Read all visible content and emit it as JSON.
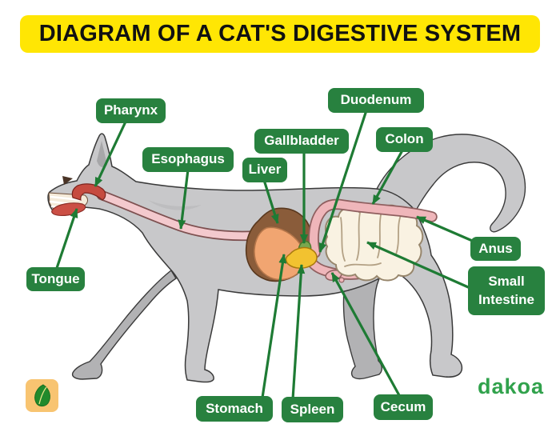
{
  "title": "DIAGRAM OF A CAT'S DIGESTIVE SYSTEM",
  "labels": {
    "pharynx": "Pharynx",
    "esophagus": "Esophagus",
    "liver": "Liver",
    "gallbladder": "Gallbladder",
    "duodenum": "Duodenum",
    "colon": "Colon",
    "anus": "Anus",
    "small_intestine": "Small\nIntestine",
    "tongue": "Tongue",
    "stomach": "Stomach",
    "spleen": "Spleen",
    "cecum": "Cecum"
  },
  "watermark": "dakoa",
  "icons": {
    "logo": "leaf-icon"
  },
  "colors": {
    "banner_bg": "#ffe604",
    "banner_text": "#111111",
    "label_bg": "#28813f",
    "label_text": "#ffffff",
    "leader_line": "#1e7b34",
    "cat_body": "#c8c8ca",
    "cat_far_limbs": "#b2b2b4",
    "esophagus_pink": "#f3c9cd",
    "liver_brown": "#8a5c3a",
    "stomach_orange": "#f1a571",
    "gallbladder_green": "#79a74f",
    "spleen_yellow": "#f2c230",
    "intestine_cream": "#f9f2e2",
    "colon_pink": "#efb6ba",
    "mouth_red": "#c64b40",
    "watermark_green": "#31a24c",
    "logo_bg": "#f8c471",
    "leaf_green": "#218a2b"
  }
}
